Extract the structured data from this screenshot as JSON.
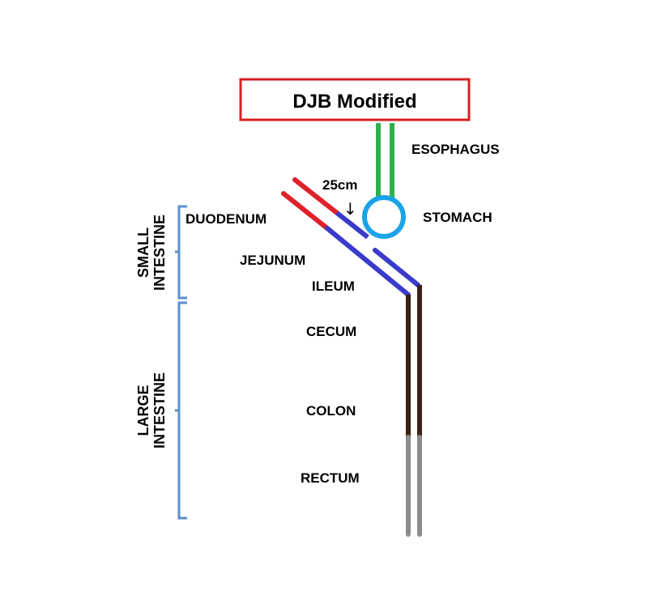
{
  "title": "DJB Modified",
  "labels": {
    "esophagus": "ESOPHAGUS",
    "stomach": "STOMACH",
    "duodenum": "DUODENUM",
    "jejunum": "JEJUNUM",
    "ileum": "ILEUM",
    "cecum": "CECUM",
    "colon": "COLON",
    "rectum": "RECTUM",
    "measure": "25cm",
    "arrow": "↓"
  },
  "groups": {
    "small_line1": "SMALL",
    "small_line2": "INTESTINE",
    "large_line1": "LARGE",
    "large_line2": "INTESTINE"
  },
  "colors": {
    "title_border": "#d62020",
    "esophagus": "#2eb14a",
    "stomach": "#1aa3e8",
    "duodenum": "#e0202a",
    "small_bowel": "#3a3acc",
    "colon": "#3a2314",
    "rectum": "#8c8c8c",
    "bracket": "#5b8fd0"
  }
}
